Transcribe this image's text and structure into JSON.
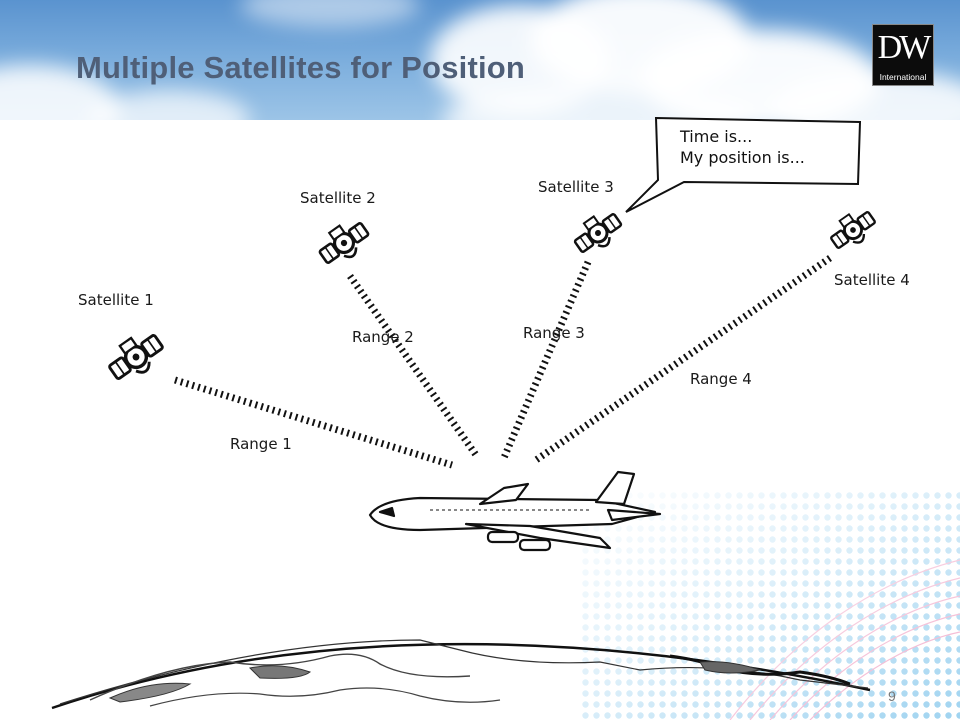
{
  "slide": {
    "title": "Multiple Satellites for Position",
    "page_number": "9"
  },
  "logo": {
    "letters": "DW",
    "subtitle": "International"
  },
  "diagram": {
    "satellites": [
      "Satellite 1",
      "Satellite 2",
      "Satellite 3",
      "Satellite 4"
    ],
    "ranges": [
      "Range 1",
      "Range 2",
      "Range 3",
      "Range 4"
    ],
    "speech_bubble": {
      "line1": "Time is...",
      "line2": "My position is..."
    }
  },
  "colors": {
    "title": "#4f5f78",
    "sky": "#6fa6da",
    "decor": "#7fc3ea"
  }
}
